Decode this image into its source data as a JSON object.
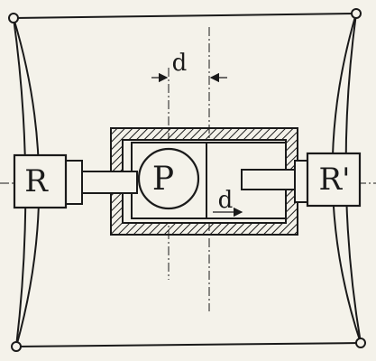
{
  "labels": {
    "left_block": "R",
    "right_block": "R'",
    "center_circle": "P",
    "top_dimension": "d",
    "inner_dimension": "d"
  },
  "colors": {
    "ink": "#1a1a1a",
    "paper": "#f4f2ea"
  }
}
